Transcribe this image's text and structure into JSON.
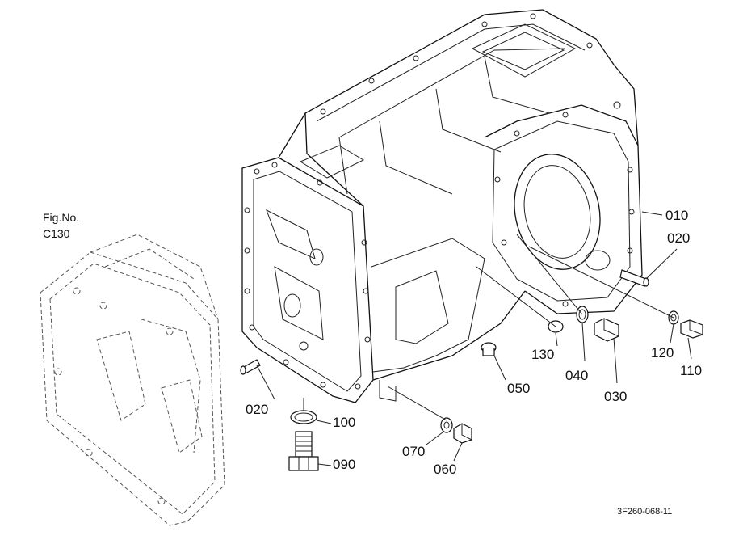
{
  "figure_ref": {
    "line1": "Fig.No.",
    "line2": "C130"
  },
  "drawing_code": "3F260-068-11",
  "callouts": {
    "c010": "010",
    "c020a": "020",
    "c020b": "020",
    "c030": "030",
    "c040": "040",
    "c050": "050",
    "c060": "060",
    "c070": "070",
    "c090": "090",
    "c100": "100",
    "c110": "110",
    "c120": "120",
    "c130": "130"
  }
}
